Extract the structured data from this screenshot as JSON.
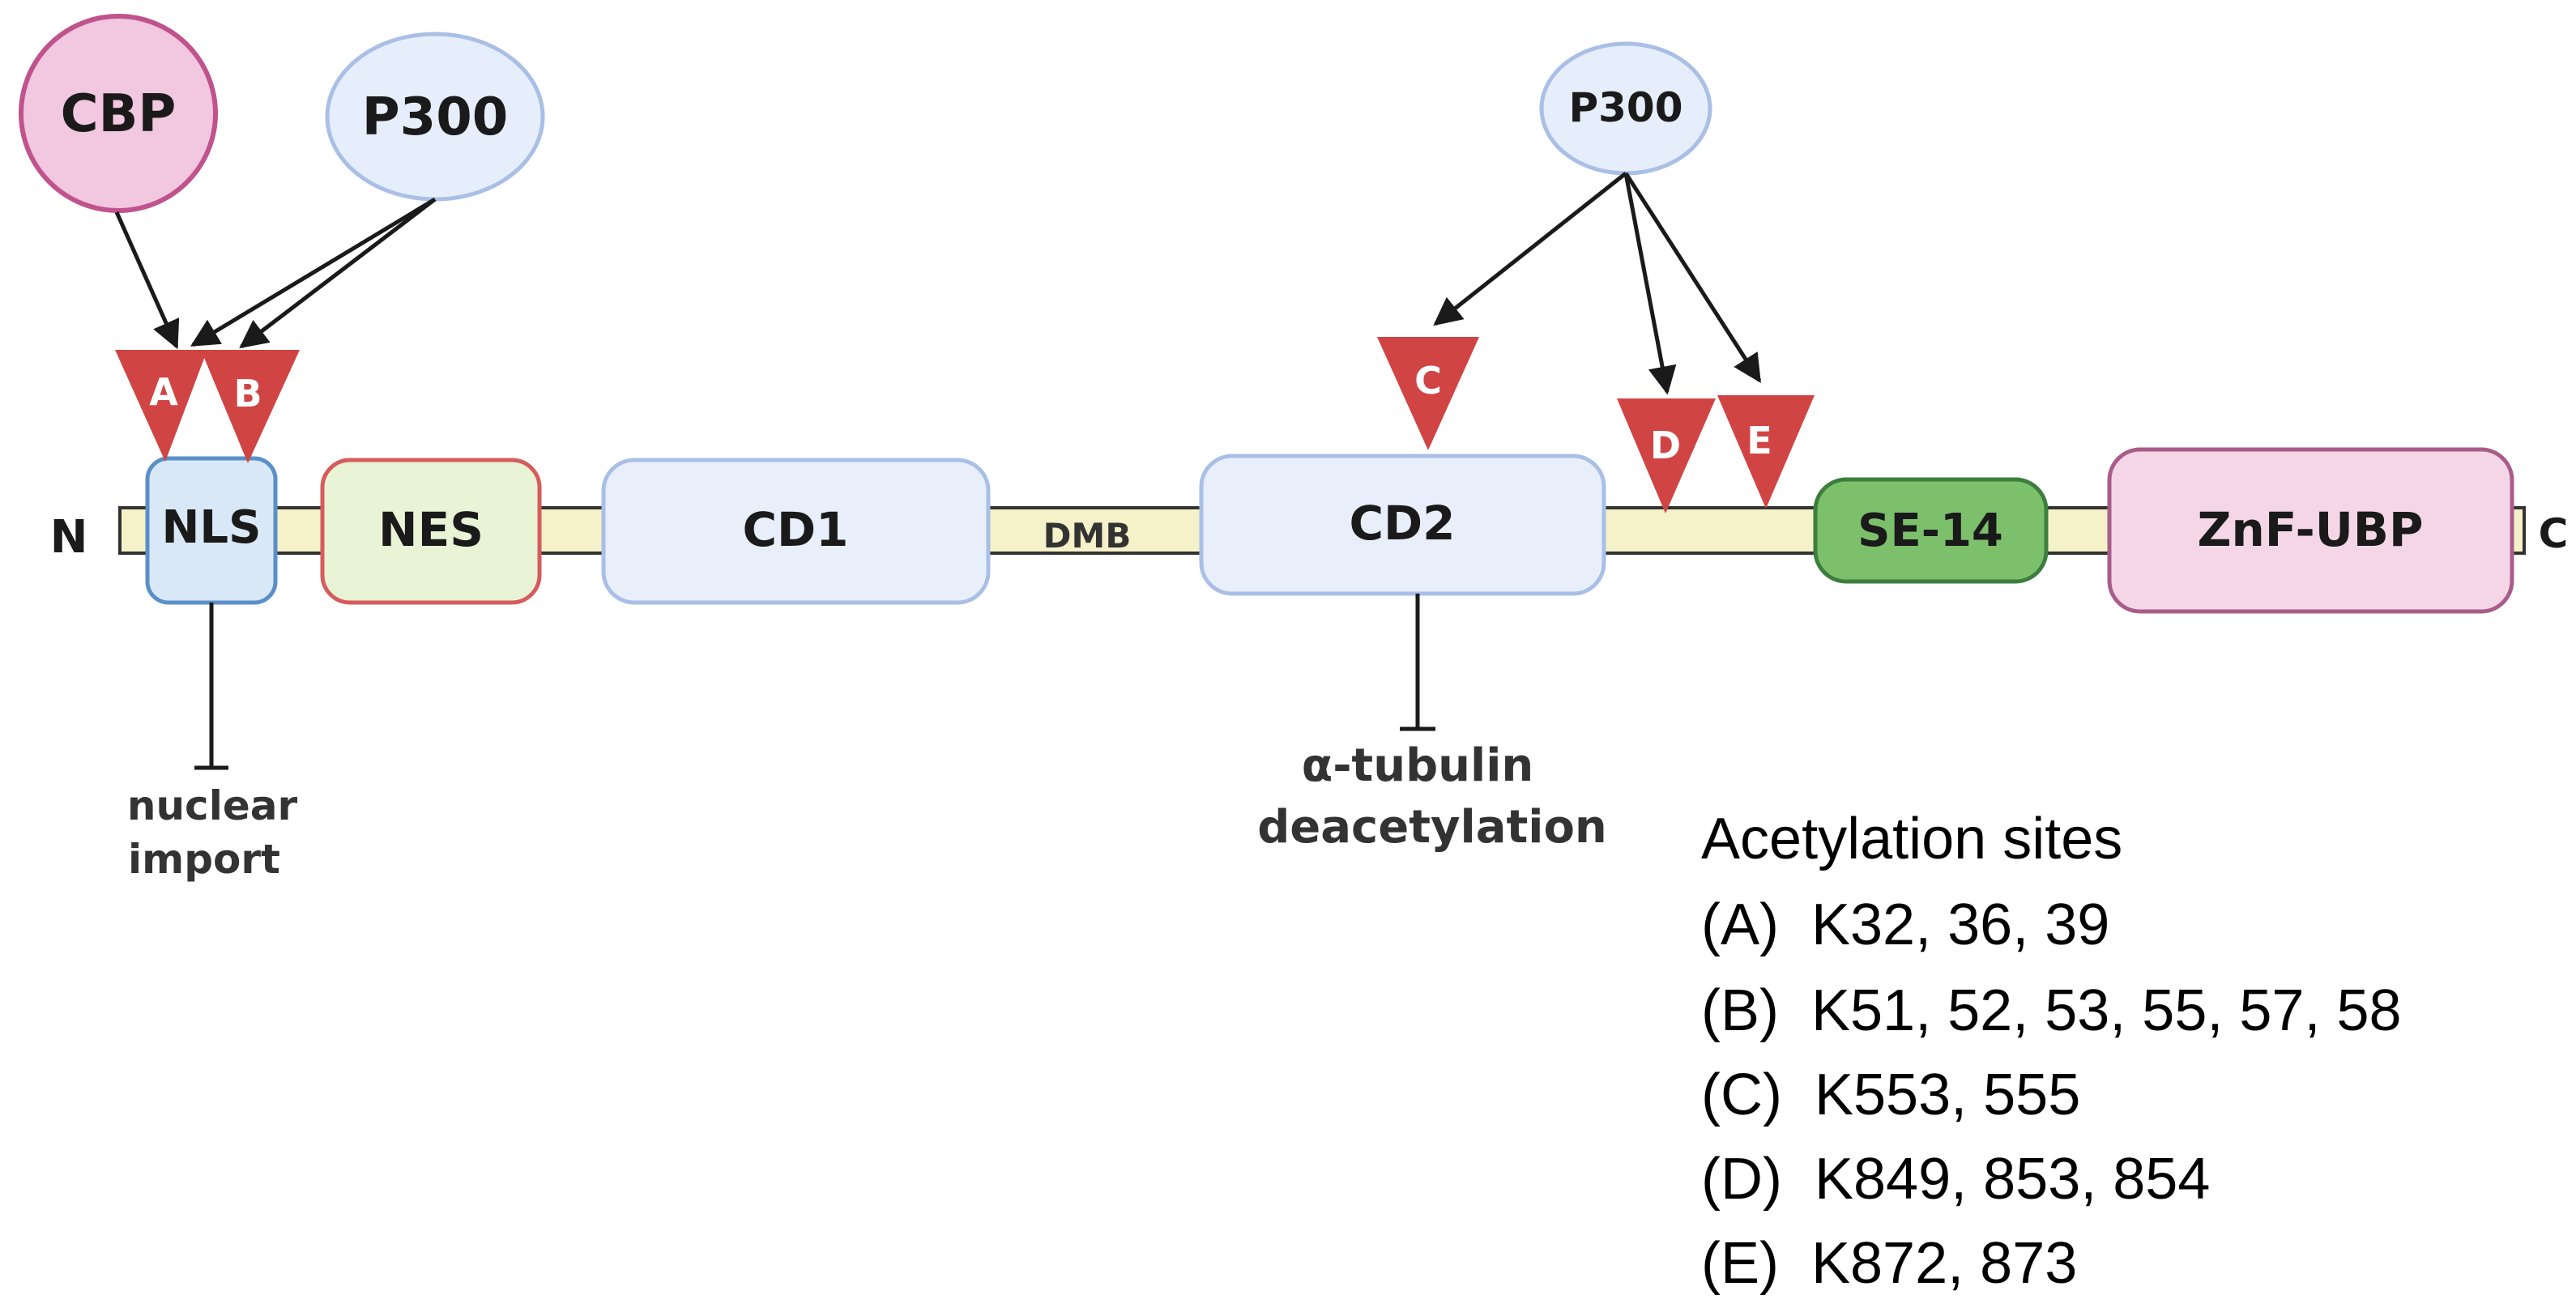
{
  "protein": {
    "n_terminus": "N",
    "c_terminus": "C",
    "linker_label": "DMB",
    "domains": {
      "nls": "NLS",
      "nes": "NES",
      "cd1": "CD1",
      "cd2": "CD2",
      "se14": "SE-14",
      "znf": "ZnF-UBP"
    }
  },
  "enzymes": {
    "cbp": "CBP",
    "p300_left": "P300",
    "p300_right": "P300"
  },
  "sites": {
    "a": "A",
    "b": "B",
    "c": "C",
    "d": "D",
    "e": "E"
  },
  "effects": {
    "nls_line1": "nuclear",
    "nls_line2": "import",
    "cd2_line1": "α-tubulin",
    "cd2_line2": "deacetylation"
  },
  "legend": {
    "title": "Acetylation sites",
    "entries": [
      "(A)  K32, 36, 39",
      "(B)  K51, 52, 53, 55, 57, 58",
      "(C)  K553, 555",
      "(D)  K849, 853, 854",
      "(E)  K872, 873"
    ]
  },
  "colors": {
    "backbone": "#f5f2c9",
    "site_red": "#d14444",
    "cbp_fill": "#f2c7e0",
    "cbp_stroke": "#c0538d",
    "p300_fill": "#e6eefb",
    "p300_stroke": "#a9bfe6",
    "nls_fill": "#d8e8f7",
    "nls_stroke": "#5b8fc7",
    "nes_fill": "#e9f3d6",
    "nes_stroke": "#d65c5c",
    "cd_fill": "#e8effb",
    "cd_stroke": "#a9bfe6",
    "se14_fill": "#7cc06c",
    "se14_stroke": "#3d7d3d",
    "znf_fill": "#f5d6e6",
    "znf_stroke": "#a85c8a"
  }
}
